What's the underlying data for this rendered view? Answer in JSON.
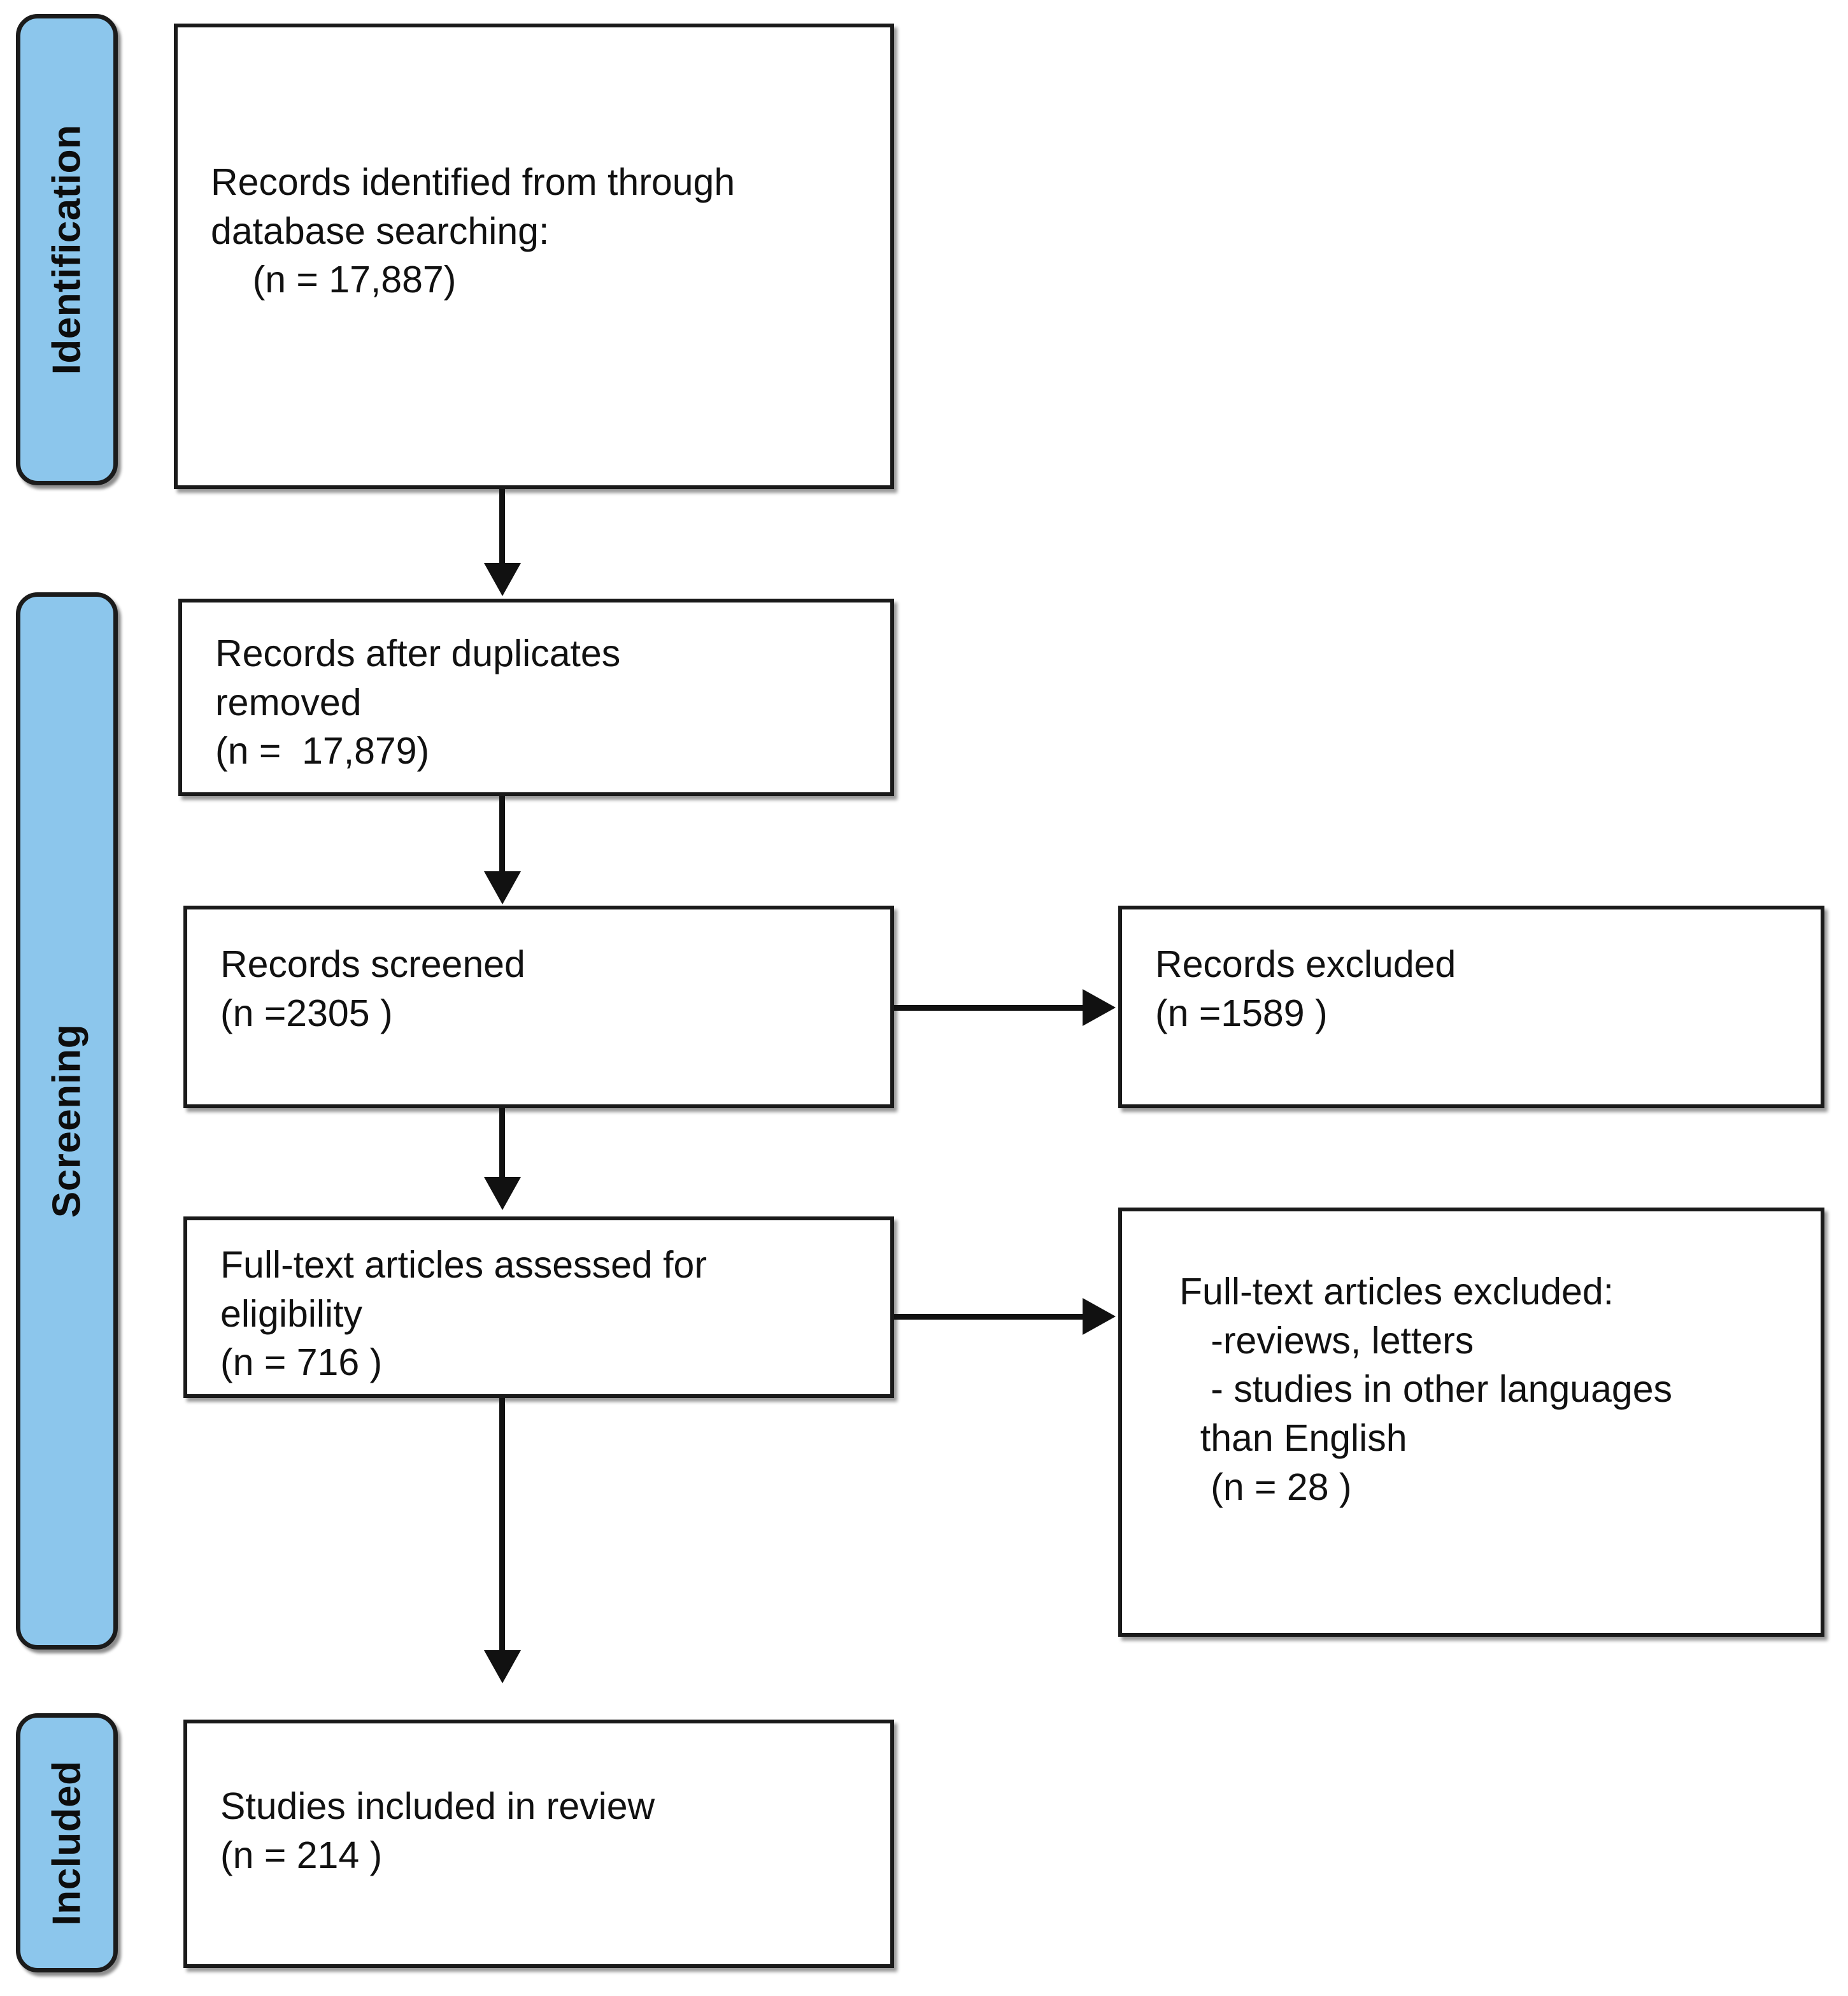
{
  "diagram": {
    "title": "PRISMA flow diagram",
    "accent_color": "#8CC6EC",
    "line_color": "#111111",
    "box_fill": "#FFFFFF"
  },
  "stages": [
    {
      "id": "identification",
      "label": "Identification"
    },
    {
      "id": "screening",
      "label": "Screening"
    },
    {
      "id": "included",
      "label": "Included"
    }
  ],
  "boxes": {
    "records_identified": {
      "text": "Records identified from through\ndatabase searching:\n    (n = 17,887)",
      "count": "17,887"
    },
    "records_after_duplicates": {
      "text": "Records after duplicates\nremoved\n(n =  17,879)",
      "count": "17,879"
    },
    "records_screened": {
      "text": "Records screened\n(n =2305 )",
      "count": "2305"
    },
    "records_excluded": {
      "text": "Records excluded\n(n =1589 )",
      "count": "1589"
    },
    "fulltext_assessed": {
      "text": "Full-text articles assessed for\neligibility\n(n = 716 )",
      "count": "716"
    },
    "fulltext_excluded": {
      "text": "Full-text articles excluded:\n   -reviews, letters\n   - studies in other languages\n  than English\n   (n = 28 )",
      "count": "28"
    },
    "studies_included": {
      "text": "Studies included in review\n(n = 214 )",
      "count": "214"
    }
  },
  "flow_data": {
    "type": "flowchart",
    "nodes": [
      {
        "id": "records_identified",
        "stage": "Identification",
        "label": "Records identified from through database searching:",
        "n": 17887
      },
      {
        "id": "records_after_duplicates",
        "stage": "Screening",
        "label": "Records after duplicates removed",
        "n": 17879
      },
      {
        "id": "records_screened",
        "stage": "Screening",
        "label": "Records screened",
        "n": 2305
      },
      {
        "id": "records_excluded",
        "stage": "Screening",
        "label": "Records excluded",
        "n": 1589
      },
      {
        "id": "fulltext_assessed",
        "stage": "Screening",
        "label": "Full-text articles assessed for eligibility",
        "n": 716
      },
      {
        "id": "fulltext_excluded",
        "stage": "Screening",
        "label": "Full-text articles excluded: -reviews, letters - studies in other languages than English",
        "n": 28
      },
      {
        "id": "studies_included",
        "stage": "Included",
        "label": "Studies included in review",
        "n": 214
      }
    ],
    "edges": [
      {
        "from": "records_identified",
        "to": "records_after_duplicates",
        "direction": "down"
      },
      {
        "from": "records_after_duplicates",
        "to": "records_screened",
        "direction": "down"
      },
      {
        "from": "records_screened",
        "to": "records_excluded",
        "direction": "right"
      },
      {
        "from": "records_screened",
        "to": "fulltext_assessed",
        "direction": "down"
      },
      {
        "from": "fulltext_assessed",
        "to": "fulltext_excluded",
        "direction": "right"
      },
      {
        "from": "fulltext_assessed",
        "to": "studies_included",
        "direction": "down"
      }
    ]
  }
}
